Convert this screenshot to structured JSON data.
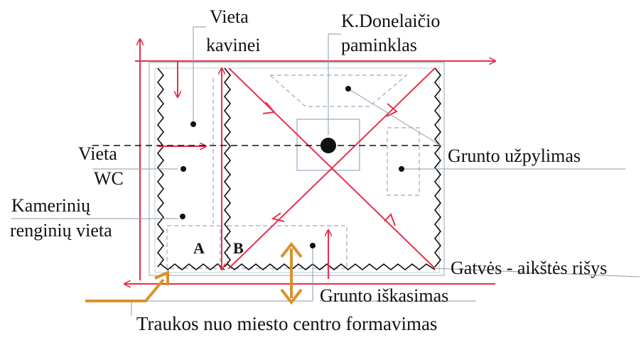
{
  "labels": {
    "vieta_kavinei_1": "Vieta",
    "vieta_kavinei_2": "kavinei",
    "donelaicio_1": "K.Donelaičio",
    "donelaicio_2": "paminklas",
    "vieta_wc_1": "Vieta",
    "vieta_wc_2": "WC",
    "kameriniu_1": "Kamerinių",
    "kameriniu_2": "renginių vieta",
    "grunto_uzpylimas": "Grunto užpylimas",
    "gatves": "Gatvės - aikštės rišys",
    "grunto_iskasimas": "Grunto iškasimas",
    "traukos": "Traukos nuo miesto centro formavimas",
    "zone_a": "A",
    "zone_b": "B"
  },
  "colors": {
    "red": "#e8304a",
    "dark": "#111111",
    "grey": "#8a9aa8",
    "dashed": "#9aabc0",
    "orange": "#d9922a"
  }
}
